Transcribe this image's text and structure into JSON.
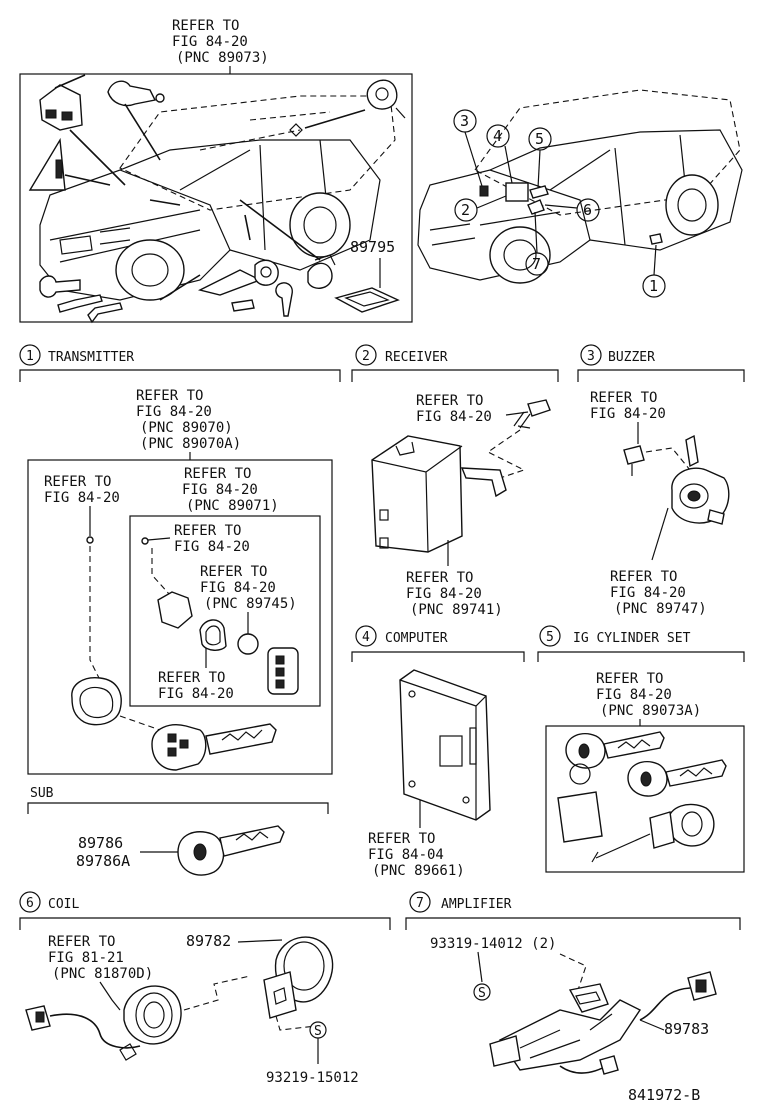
{
  "diagram_id": "841972-B",
  "top_left": {
    "refer_lines": [
      "REFER TO",
      "FIG 84-20",
      "(PNC 89073)"
    ],
    "part_number": "89795"
  },
  "callout_numbers": [
    "1",
    "2",
    "3",
    "4",
    "5",
    "6",
    "7"
  ],
  "sections": {
    "transmitter": {
      "number": "1",
      "title": "TRANSMITTER",
      "refer_main": [
        "REFER TO",
        "FIG 84-20",
        "(PNC 89070)",
        "(PNC 89070A)"
      ],
      "refer_left": [
        "REFER TO",
        "FIG 84-20"
      ],
      "refer_inner_top": [
        "REFER TO",
        "FIG 84-20",
        "(PNC 89071)"
      ],
      "refer_inner_a": [
        "REFER TO",
        "FIG 84-20"
      ],
      "refer_inner_b": [
        "REFER TO",
        "FIG 84-20",
        "(PNC 89745)"
      ],
      "refer_inner_c": [
        "REFER TO",
        "FIG 84-20"
      ]
    },
    "sub": {
      "title": "SUB",
      "parts": [
        "89786",
        "89786A"
      ]
    },
    "receiver": {
      "number": "2",
      "title": "RECEIVER",
      "refer_top": [
        "REFER TO",
        "FIG 84-20"
      ],
      "refer_bottom": [
        "REFER TO",
        "FIG 84-20",
        "(PNC 89741)"
      ]
    },
    "buzzer": {
      "number": "3",
      "title": "BUZZER",
      "refer_top": [
        "REFER TO",
        "FIG 84-20"
      ],
      "refer_bottom": [
        "REFER TO",
        "FIG 84-20",
        "(PNC 89747)"
      ]
    },
    "computer": {
      "number": "4",
      "title": "COMPUTER",
      "refer": [
        "REFER TO",
        "FIG 84-04",
        "(PNC 89661)"
      ]
    },
    "ig_cylinder": {
      "number": "5",
      "title": "IG CYLINDER SET",
      "refer": [
        "REFER TO",
        "FIG 84-20",
        "(PNC 89073A)"
      ]
    },
    "coil": {
      "number": "6",
      "title": "COIL",
      "refer": [
        "REFER TO",
        "FIG 81-21",
        "(PNC 81870D)"
      ],
      "part": "89782",
      "bolt": "93219-15012",
      "bolt_symbol": "S"
    },
    "amplifier": {
      "number": "7",
      "title": "AMPLIFIER",
      "bolt": "93319-14012 (2)",
      "bolt_symbol": "S",
      "part": "89783"
    }
  }
}
